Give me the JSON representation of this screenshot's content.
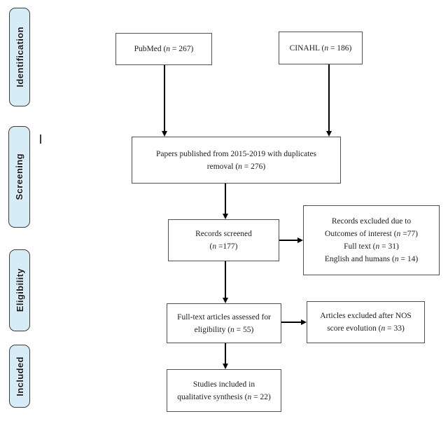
{
  "figure": {
    "type": "prisma-flow-diagram",
    "stages": [
      {
        "id": "identification",
        "label": "Identification"
      },
      {
        "id": "screening",
        "label": "Screening"
      },
      {
        "id": "eligibility",
        "label": "Eligibility"
      },
      {
        "id": "included",
        "label": "Included"
      }
    ],
    "boxes": {
      "pubmed": {
        "lines": [
          "PubMed (n = 267)"
        ]
      },
      "cinahl": {
        "lines": [
          "CINAHL (n = 186)"
        ]
      },
      "dedup": {
        "lines": [
          "Papers published from 2015-2019 with duplicates",
          "removal (n = 276)"
        ]
      },
      "screened": {
        "lines": [
          "Records screened",
          "(n =177)"
        ]
      },
      "excluded_screening": {
        "lines": [
          "Records excluded due to",
          "Outcomes of interest (n =77)",
          "Full text (n = 31)",
          "English and humans (n = 14)"
        ]
      },
      "fulltext": {
        "lines": [
          "Full-text articles assessed for",
          "eligibility (n = 55)"
        ]
      },
      "excluded_nos": {
        "lines": [
          "Articles excluded after NOS",
          "score evolution (n = 33)"
        ]
      },
      "qualitative": {
        "lines": [
          "Studies included in",
          "qualitative synthesis (n = 22)"
        ]
      }
    },
    "counts": {
      "pubmed": 267,
      "cinahl": 186,
      "after_duplicates_removal": 276,
      "records_screened": 177,
      "excluded_outcomes_of_interest": 77,
      "excluded_full_text": 31,
      "excluded_english_and_humans": 14,
      "fulltext_assessed": 55,
      "excluded_after_nos_score": 33,
      "included_qualitative_synthesis": 22
    }
  },
  "colors": {
    "stage-fill": "#d6edf8",
    "stage-border": "#3d3d3d",
    "box-border": "#4f4f4f",
    "arrow": "#000000",
    "text": "#1c1c1c"
  }
}
